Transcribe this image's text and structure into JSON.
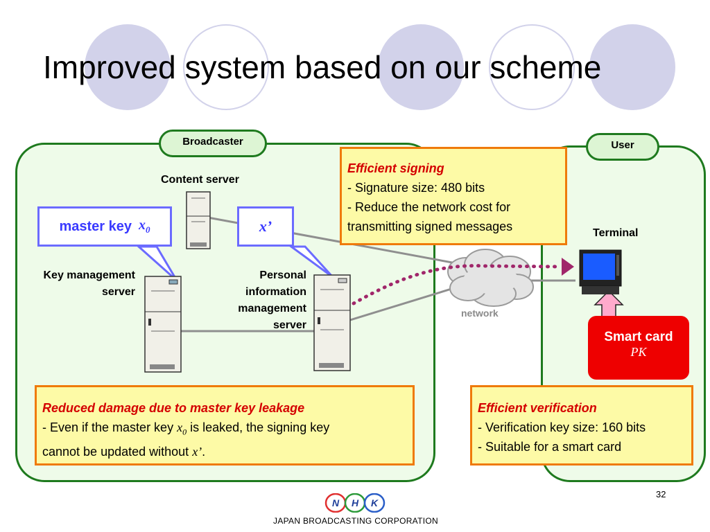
{
  "slide": {
    "title": "Improved system based on our scheme",
    "page_number": "32"
  },
  "broadcaster": {
    "label": "Broadcaster"
  },
  "user": {
    "label": "User"
  },
  "servers": {
    "content": "Content server",
    "key_mgmt_line1": "Key management",
    "key_mgmt_line2": "server",
    "personal_line1": "Personal",
    "personal_line2": "information",
    "personal_line3": "management",
    "personal_line4": "server"
  },
  "callouts": {
    "master_key_text": "master key",
    "master_key_var": "x",
    "master_key_sub": "0",
    "x_prime": "x’"
  },
  "network": {
    "label": "network"
  },
  "terminal": {
    "label": "Terminal"
  },
  "smart_card": {
    "label": "Smart card",
    "key": "PK"
  },
  "notes": {
    "signing": {
      "heading": "Efficient signing",
      "line1": "- Signature size: 480 bits",
      "line2": "- Reduce the network cost for",
      "line3": "transmitting signed messages"
    },
    "damage": {
      "heading": "Reduced damage due to master key leakage",
      "line1_pre": "- Even if the master key",
      "var": "x",
      "sub": "0",
      "line1_post": " is leaked, the signing key",
      "line2_pre": "cannot be updated without",
      "line2_var": "x’",
      "line2_post": "."
    },
    "verification": {
      "heading": "Efficient verification",
      "line1": "- Verification key size: 160 bits",
      "line2": "- Suitable for a smart card"
    }
  },
  "logo": {
    "letters": [
      "N",
      "H",
      "K"
    ],
    "caption": "JAPAN BROADCASTING CORPORATION"
  },
  "colors": {
    "panel_border": "#1e7a1e",
    "panel_fill": "#eefbe9",
    "note_fill": "#fdfaa6",
    "note_border": "#ef7a0a",
    "callout_border": "#6b6bff",
    "smart_card": "#ee0000",
    "heading_red": "#d40000"
  }
}
